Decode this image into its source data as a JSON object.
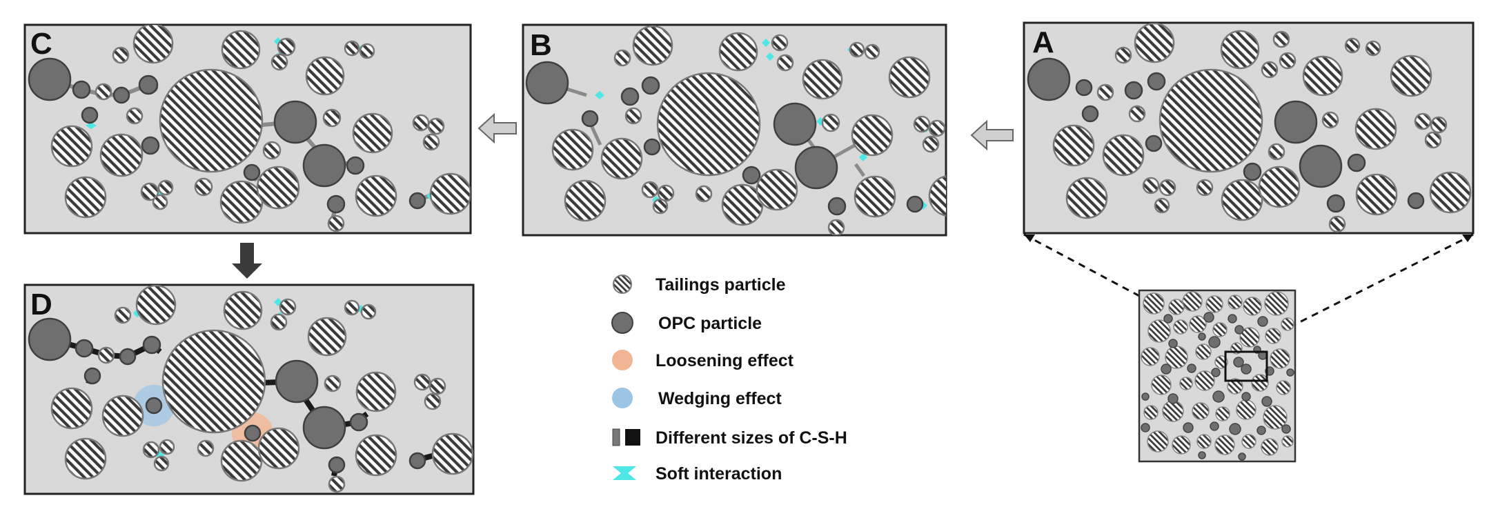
{
  "panels": {
    "a": "A",
    "b": "B",
    "c": "C",
    "d": "D"
  },
  "legend": {
    "tailings": "Tailings particle",
    "opc": "OPC particle",
    "loosening": "Loosening effect",
    "wedging": "Wedging effect",
    "csh": "Different sizes of C-S-H",
    "soft": "Soft interaction"
  },
  "colors": {
    "panel_bg": "#d9d9d9",
    "opc": "#6f6f6f",
    "soft_interaction": "#4fe6e6",
    "loosening": "#f2b594",
    "wedging": "#9cc4e4",
    "csh_dark": "#1a1a1a",
    "csh_grey": "#7a7a7a"
  },
  "icons": [
    "hatched-circle-icon",
    "grey-circle-icon",
    "arrow-left-icon",
    "arrow-down-icon",
    "bow-tie-icon"
  ]
}
